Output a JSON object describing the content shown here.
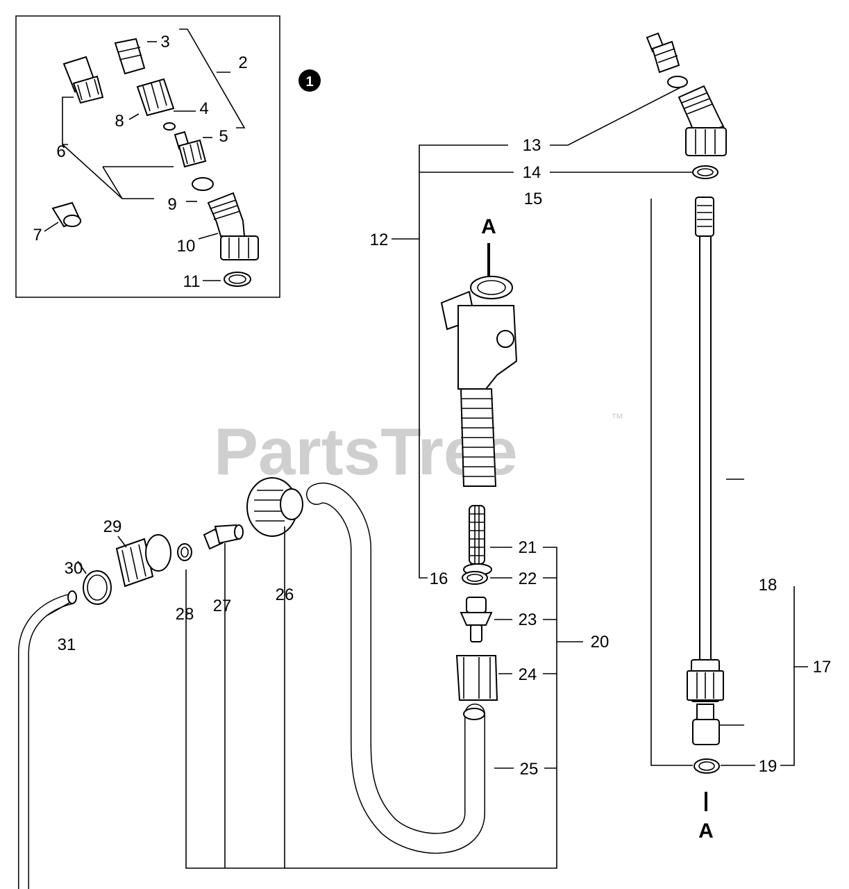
{
  "watermark": {
    "text": "PartsTree",
    "trademark": "™"
  },
  "inset": {
    "badge": "1"
  },
  "section_marks": {
    "top": "A",
    "bottom": "A"
  },
  "callouts": {
    "c2": "2",
    "c3": "3",
    "c4": "4",
    "c5": "5",
    "c6": "6",
    "c7": "7",
    "c8": "8",
    "c9": "9",
    "c10": "10",
    "c11": "11",
    "c12": "12",
    "c13": "13",
    "c14": "14",
    "c15": "15",
    "c16": "16",
    "c17": "17",
    "c18": "18",
    "c19": "19",
    "c20": "20",
    "c21": "21",
    "c22": "22",
    "c23": "23",
    "c24": "24",
    "c25": "25",
    "c26": "26",
    "c27": "27",
    "c28": "28",
    "c29": "29",
    "c30": "30",
    "c31": "31"
  }
}
